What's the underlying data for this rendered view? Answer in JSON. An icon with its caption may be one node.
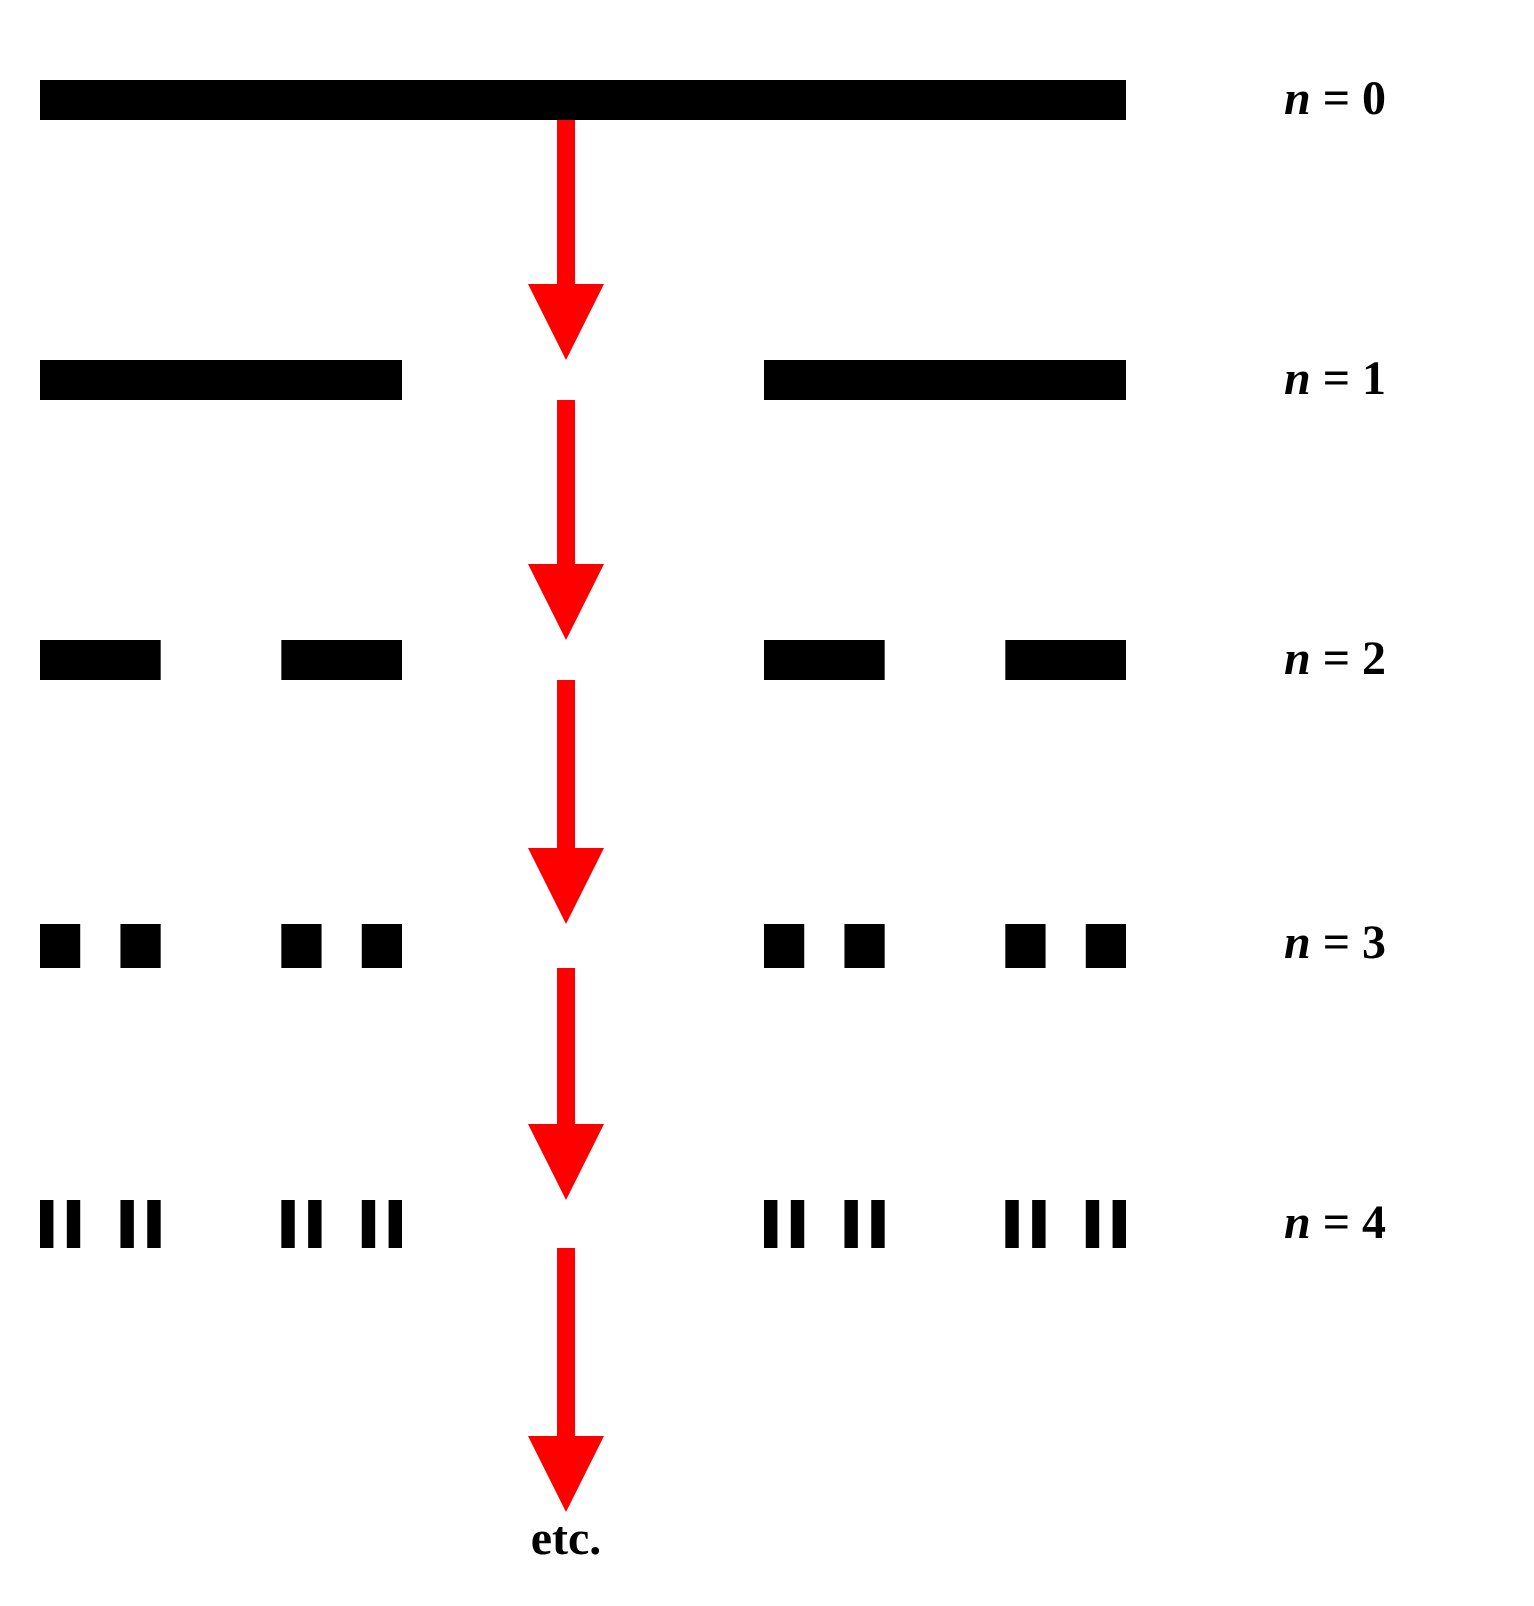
{
  "diagram": {
    "nodes": [
      {
        "text": [],
        "shape": "bar"
      },
      {
        "text": [],
        "shape": "bar"
      },
      {
        "text": [],
        "shape": "bar"
      },
      {
        "text": [],
        "shape": "bar"
      },
      {
        "text": [],
        "shape": "bar"
      },
      {
        "text": [
          "etc."
        ]
      }
    ],
    "edges": [
      {
        "from": 0,
        "to": 1,
        "arrow": "to"
      },
      {
        "from": 1,
        "to": 2,
        "arrow": "to"
      },
      {
        "from": 2,
        "to": 3,
        "arrow": "to"
      },
      {
        "from": 3,
        "to": 4,
        "arrow": "to"
      },
      {
        "from": 4,
        "to": 5,
        "arrow": "to"
      }
    ],
    "labels": [
      "*n* = 0",
      "*n* = 1",
      "*n* = 2",
      "*n* = 3",
      "*n* = 4"
    ]
  }
}
